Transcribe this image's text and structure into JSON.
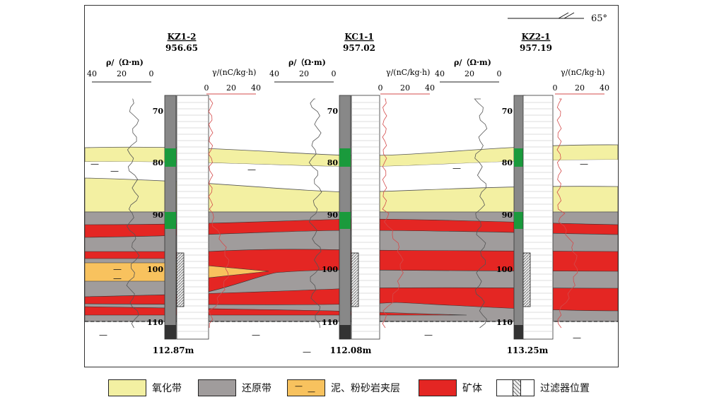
{
  "orientation": {
    "angle_label": "65°"
  },
  "wells": [
    {
      "name": "KZ1-2",
      "elevation": "956.65",
      "depth_total": "112.87m",
      "depth_ticks": [
        "70",
        "80",
        "90",
        "100",
        "110"
      ]
    },
    {
      "name": "KC1-1",
      "elevation": "957.02",
      "depth_total": "112.08m",
      "depth_ticks": [
        "70",
        "80",
        "90",
        "100",
        "110"
      ]
    },
    {
      "name": "KZ2-1",
      "elevation": "957.19",
      "depth_total": "113.25m",
      "depth_ticks": [
        "70",
        "80",
        "90",
        "100",
        "110"
      ]
    }
  ],
  "resistivity_scale": {
    "label": "ρ/（Ω·m)",
    "ticks": [
      "40",
      "20",
      "0"
    ]
  },
  "gamma_scale": {
    "label": "γ/(nC/kg·h)",
    "ticks": [
      "0",
      "20",
      "40"
    ]
  },
  "mud_symbol": "—",
  "colors": {
    "oxidized": "#f3f0a2",
    "reduced": "#a09c9c",
    "mud_interlayer": "#f8c25e",
    "ore": "#e42623",
    "filter_hatch": "#777777",
    "gamma_curve": "#d44b4b",
    "resistivity_curve": "#555555"
  },
  "legend": [
    {
      "label": "氧化带",
      "key": "oxidized"
    },
    {
      "label": "还原带",
      "key": "reduced"
    },
    {
      "label": "泥、粉砂岩夹层",
      "key": "mud_interlayer"
    },
    {
      "label": "矿体",
      "key": "ore"
    },
    {
      "label": "过滤器位置",
      "key": "filter"
    }
  ]
}
